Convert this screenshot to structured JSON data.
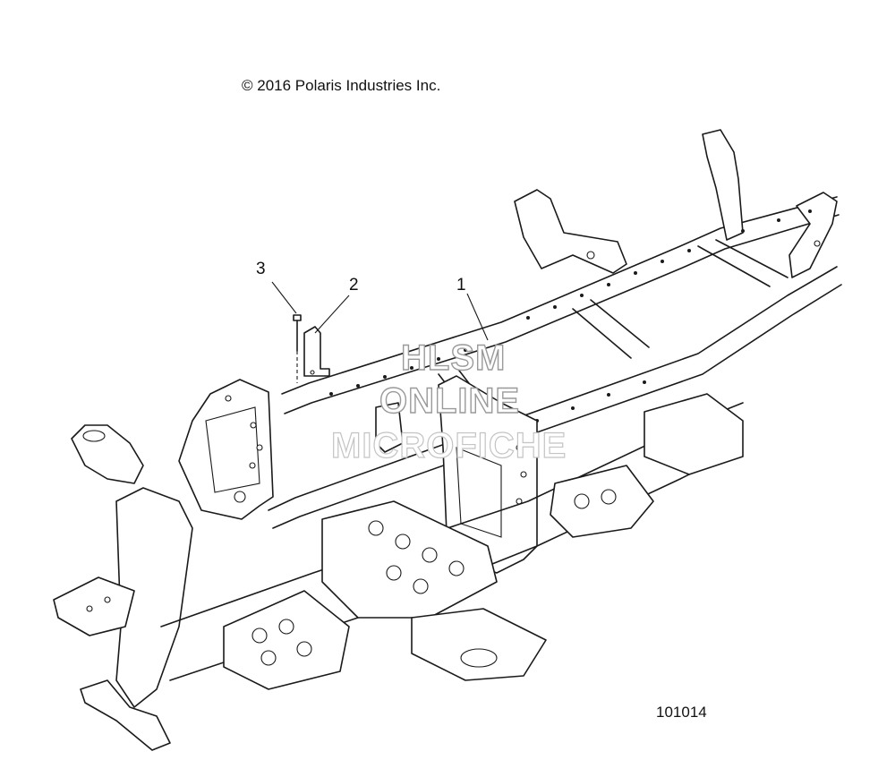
{
  "copyright": "© 2016 Polaris Industries Inc.",
  "figure_id": "101014",
  "callouts": [
    {
      "label": "1",
      "part": "frame"
    },
    {
      "label": "2",
      "part": "bracket"
    },
    {
      "label": "3",
      "part": "screw"
    }
  ],
  "watermark": {
    "line1": "HLSM",
    "line2": "ONLINE",
    "line3": "MICROFICHE"
  }
}
